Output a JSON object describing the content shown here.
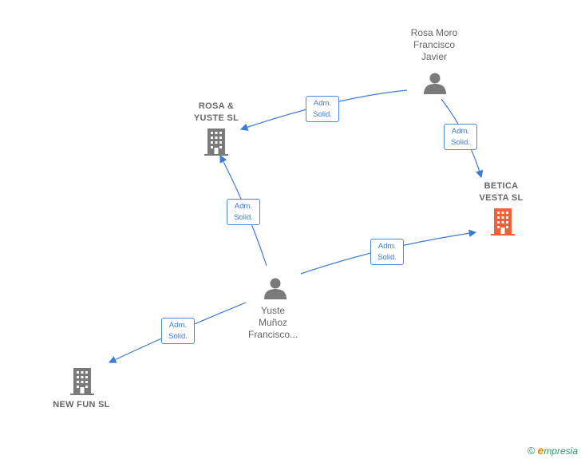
{
  "colors": {
    "edge": "#3a7bd5",
    "node_gray": "#7a7a7a",
    "node_highlight": "#f0603a"
  },
  "nodes": {
    "rosa_moro": {
      "label": "Rosa Moro\nFrancisco\nJavier",
      "kind": "person-icon"
    },
    "rosa_yuste": {
      "label": "ROSA &\nYUSTE  SL",
      "kind": "building-icon"
    },
    "betica": {
      "label": "BETICA\nVESTA  SL",
      "kind": "building-icon"
    },
    "yuste_munoz": {
      "label": "Yuste\nMuñoz\nFrancisco...",
      "kind": "person-icon"
    },
    "new_fun": {
      "label": "NEW FUN  SL",
      "kind": "building-icon"
    }
  },
  "edges": [
    {
      "line1": "Adm.",
      "line2": "Solid."
    },
    {
      "line1": "Adm.",
      "line2": "Solid."
    },
    {
      "line1": "Adm.",
      "line2": "Solid."
    },
    {
      "line1": "Adm.",
      "line2": "Solid."
    },
    {
      "line1": "Adm.",
      "line2": "Solid."
    }
  ],
  "brand": {
    "copyright": "©",
    "e": "e",
    "rest": "mpresia"
  }
}
